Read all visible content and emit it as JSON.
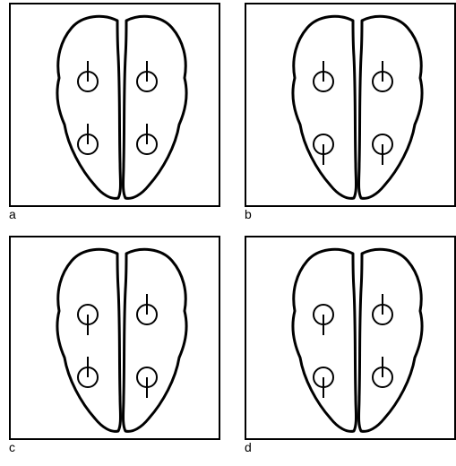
{
  "panels": [
    {
      "label": "a",
      "electrodes": {
        "upper_left": "up",
        "upper_right": "up",
        "lower_left": "up",
        "lower_right": "up"
      }
    },
    {
      "label": "b",
      "electrodes": {
        "upper_left": "up",
        "upper_right": "up",
        "lower_left": "down",
        "lower_right": "down"
      }
    },
    {
      "label": "c",
      "electrodes": {
        "upper_left": "down",
        "upper_right": "up",
        "lower_left": "up",
        "lower_right": "down"
      }
    },
    {
      "label": "d",
      "electrodes": {
        "upper_left": "down",
        "upper_right": "up",
        "lower_left": "down",
        "lower_right": "up"
      }
    }
  ],
  "colors": {
    "stroke": "#000000",
    "background": "#ffffff"
  }
}
